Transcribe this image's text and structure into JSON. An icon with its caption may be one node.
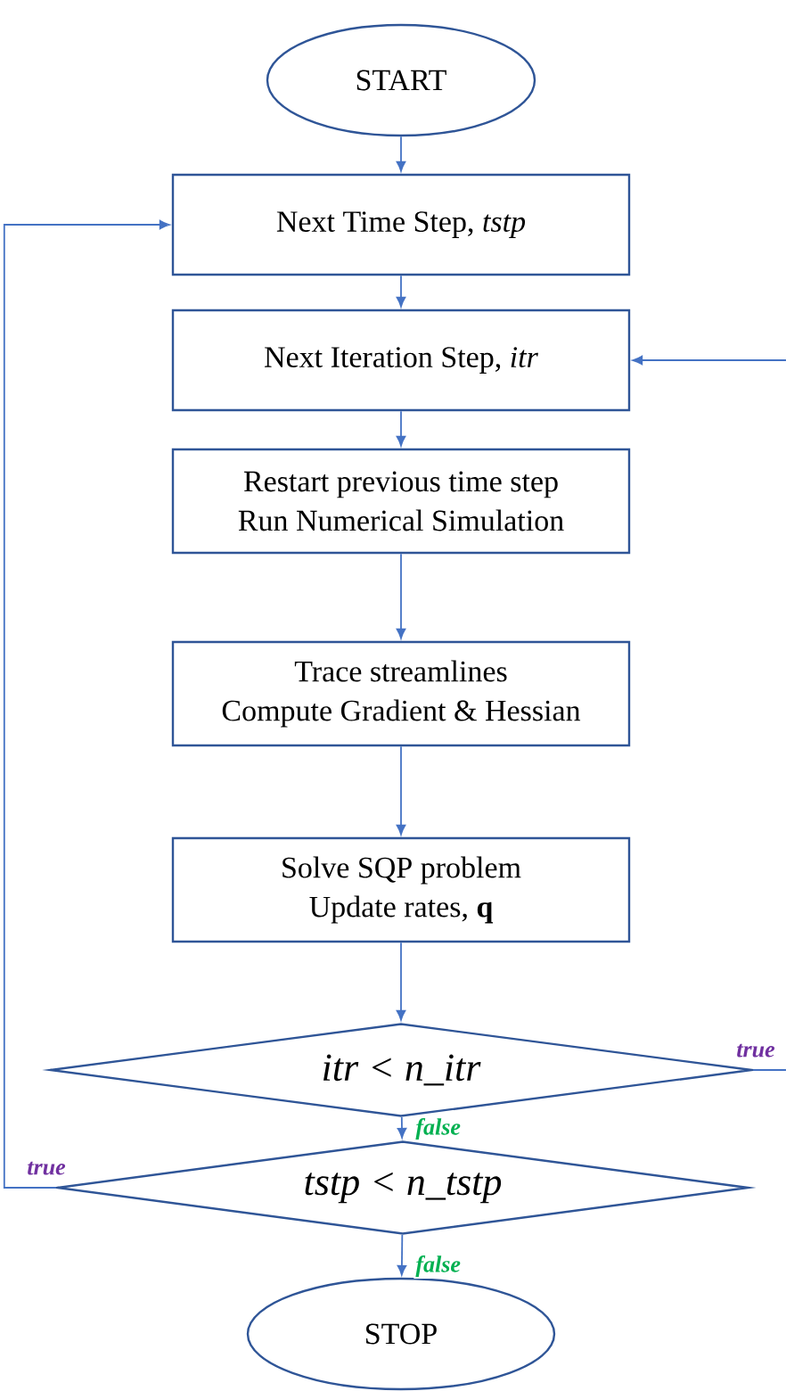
{
  "diagram": {
    "nodes": [
      {
        "text": [
          "START"
        ]
      },
      {
        "text": [
          "Next Time Step, *tstp*"
        ]
      },
      {
        "text": [
          "Next Iteration Step, *itr*"
        ]
      },
      {
        "text": [
          "Restart previous time step",
          "Run Numerical Simulation"
        ]
      },
      {
        "text": [
          "Trace streamlines",
          "Compute Gradient & Hessian"
        ]
      },
      {
        "text": [
          "Solve SQP problem",
          "Update rates, **q**"
        ]
      },
      {
        "text": [
          "itr < n_itr"
        ]
      },
      {
        "text": [
          "tstp < n_tstp"
        ]
      },
      {
        "text": [
          "STOP"
        ]
      }
    ],
    "edges": [
      {
        "from": 0,
        "to": 1,
        "arrow": "to"
      },
      {
        "from": 1,
        "to": 2,
        "arrow": "to"
      },
      {
        "from": 2,
        "to": 3,
        "arrow": "to"
      },
      {
        "from": 3,
        "to": 4,
        "arrow": "to"
      },
      {
        "from": 4,
        "to": 5,
        "arrow": "to"
      },
      {
        "from": 5,
        "to": 6,
        "arrow": "to"
      },
      {
        "from": 6,
        "to": 7,
        "arrow": "to",
        "label": "false"
      },
      {
        "from": 7,
        "to": 8,
        "arrow": "to",
        "label": "false"
      },
      {
        "from": 6,
        "to": 2,
        "arrow": "to",
        "label": "true"
      },
      {
        "from": 7,
        "to": 1,
        "arrow": "to",
        "label": "true"
      }
    ]
  }
}
